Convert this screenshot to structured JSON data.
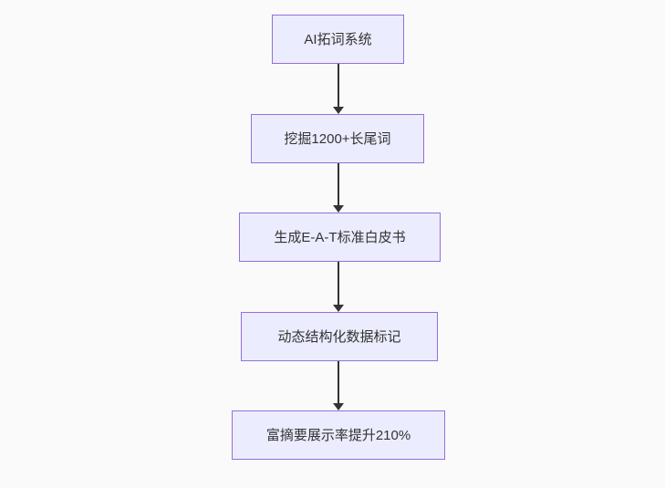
{
  "flowchart": {
    "type": "flowchart-vertical-top-down",
    "nodes": [
      {
        "label": "AI拓词系统"
      },
      {
        "label": "挖掘1200+长尾词"
      },
      {
        "label": "生成E-A-T标准白皮书"
      },
      {
        "label": "动态结构化数据标记"
      },
      {
        "label": "富摘要展示率提升210%"
      }
    ],
    "edges": [
      {
        "from": 0,
        "to": 1
      },
      {
        "from": 1,
        "to": 2
      },
      {
        "from": 2,
        "to": 3
      },
      {
        "from": 3,
        "to": 4
      }
    ],
    "colors": {
      "canvas_background": "#fafafa",
      "node_fill": "#ECECFF",
      "node_border": "#9370DB",
      "node_text": "#333333",
      "arrow": "#333333"
    }
  }
}
